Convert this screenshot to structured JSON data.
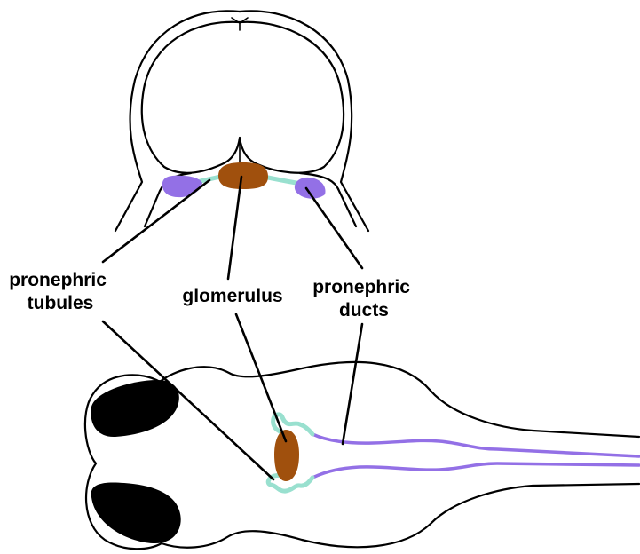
{
  "labels": {
    "tubules": [
      "pronephric",
      "tubules"
    ],
    "glomerulus": [
      "glomerulus"
    ],
    "ducts": [
      "pronephric",
      "ducts"
    ]
  },
  "colors": {
    "glomerulus": "#a0500d",
    "ducts": "#9370e6",
    "tubules": "#99e0cf",
    "outline": "#000000",
    "eye": "#000000"
  }
}
